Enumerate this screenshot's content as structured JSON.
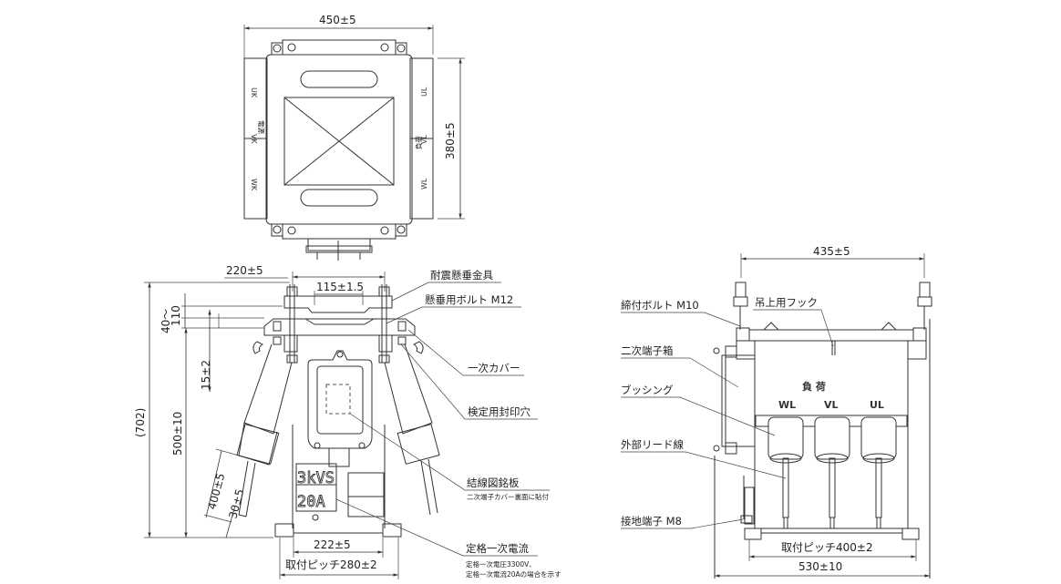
{
  "drawing": {
    "top_view": {
      "width_dim": "450±5",
      "depth_dim": "380±5",
      "side_labels_left": [
        "UK",
        "VK",
        "WK"
      ],
      "side_labels_right": [
        "UL",
        "VL",
        "WL"
      ],
      "side_mark_left": "電源",
      "side_mark_right": "負荷"
    },
    "front_view": {
      "dims": {
        "hanger_width": "220±5",
        "hanger_bolt_pitch": "115±1.5",
        "adjust_range": "40〜110",
        "cover_offset": "15±2",
        "overall_height": "(702)",
        "body_height": "500±10",
        "lead_length": "400±5",
        "lead_strip": "30±5",
        "inner_width": "222±5",
        "mount_pitch": "取付ピッチ280±2"
      },
      "plate_text": [
        "3kVS",
        "20A"
      ],
      "callouts": {
        "seismic_hanger": "耐震懸垂金具",
        "hanging_bolt": "懸垂用ボルト M12",
        "primary_cover": "一次カバー",
        "seal_hole": "検定用封印穴",
        "wiring_plate": "結線図銘板",
        "wiring_plate_note": "二次端子カバー裏面に貼付",
        "rated_current": "定格一次電流",
        "rated_note_1": "定格一次電圧3300V、",
        "rated_note_2": "定格一次電流20Aの場合を示す"
      }
    },
    "side_view": {
      "dims": {
        "bolt_pitch": "435±5",
        "mount_pitch": "取付ピッチ400±2",
        "overall_width": "530±10"
      },
      "load_label": "負 荷",
      "terminal_labels": [
        "WL",
        "VL",
        "UL"
      ],
      "callouts": {
        "fastening_bolt": "締付ボルト M10",
        "lifting_hook": "吊上用フック",
        "secondary_box": "二次端子箱",
        "bushing": "ブッシング",
        "external_lead": "外部リード線",
        "ground_terminal": "接地端子 M8"
      }
    }
  }
}
